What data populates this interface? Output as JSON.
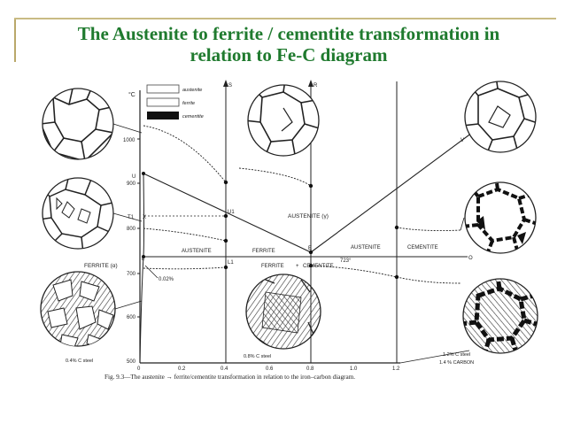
{
  "slide": {
    "title_line1": "The Austenite to ferrite / cementite transformation in",
    "title_line2": "relation to Fe-C diagram"
  },
  "diagram": {
    "unit": "°C",
    "legend": {
      "austenite": "austenite",
      "ferrite": "ferrite",
      "cementite": "cementite"
    },
    "y_ticks": [
      "1000",
      "900",
      "800",
      "700",
      "600",
      "500"
    ],
    "x_ticks": [
      "0",
      "0.2",
      "0.4",
      "0.6",
      "0.8",
      "1.0",
      "1.2"
    ],
    "points": {
      "U": "U",
      "U1": "U1",
      "T1": "T1",
      "X": "X",
      "L": "L",
      "L1": "L1",
      "E": "E",
      "S": "S",
      "R": "R",
      "V": "V",
      "O": "O"
    },
    "regions": {
      "austenite_gamma": "AUSTENITE (γ)",
      "austenite_left": "AUSTENITE",
      "ferrite_left": "FERRITE",
      "austenite_right": "AUSTENITE",
      "cementite_right": "CEMENTITE",
      "ferrite_alpha": "FERRITE (α)",
      "ferrite_cementite": "FERRITE",
      "plus": "+",
      "cementite_low": "CEMENTITE"
    },
    "eutectoid_temp": "723°",
    "solubility": "0.02%",
    "steel_labels": {
      "hypo": "0.4% C steel",
      "eutectoid": "0.8% C steel",
      "hyper": "1.2% C steel",
      "carbon": "1.4 % CARBON"
    },
    "caption": "Fig. 9.3—The austenite → ferrite/cementite transformation in relation to the iron–carbon diagram."
  }
}
